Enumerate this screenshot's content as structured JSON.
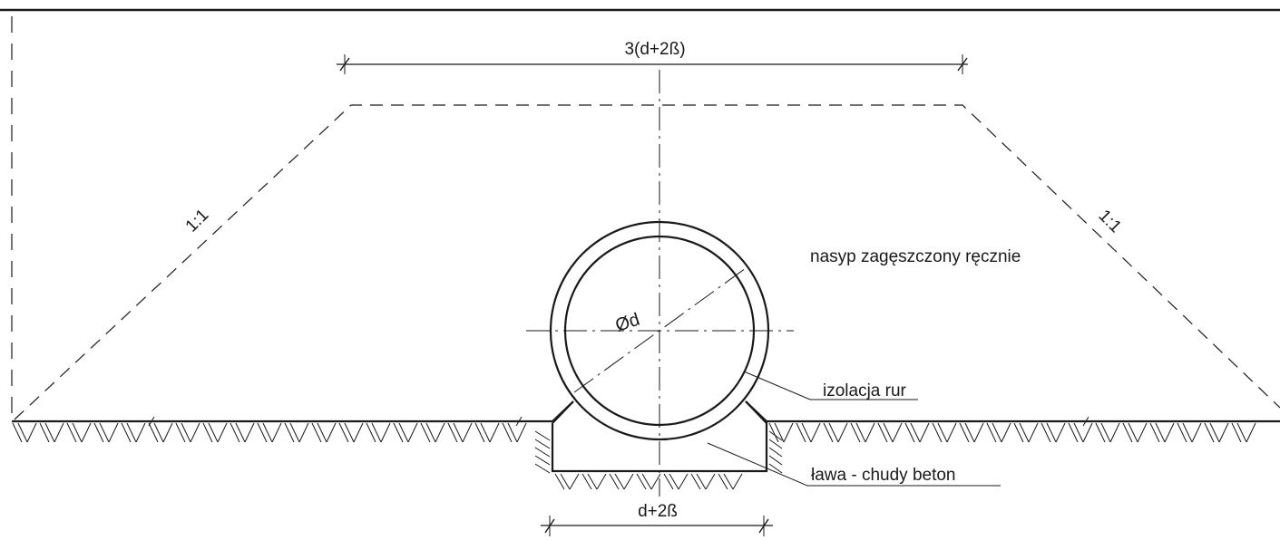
{
  "labels": {
    "top_dimension": "3(d+2ß)",
    "bottom_dimension": "d+2ß",
    "slope_left": "1:1",
    "slope_right": "1:1",
    "diameter": "Ød",
    "backfill": "nasyp zagęszczony ręcznie",
    "insulation": "izolacja rur",
    "bedding": "ława - chudy beton"
  }
}
